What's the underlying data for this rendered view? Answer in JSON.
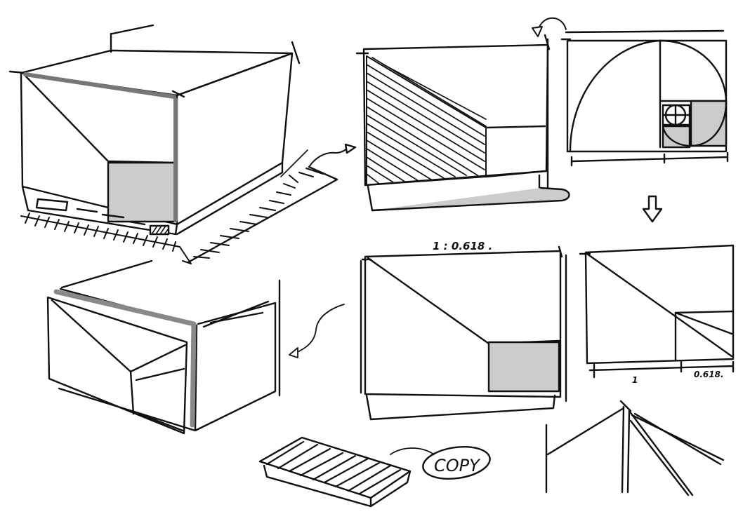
{
  "colors": {
    "ink": "#111111",
    "fill": "#cccccc",
    "paper": "#ffffff"
  },
  "annotations": {
    "ratio_label": "1 : 0.618 .",
    "golden_measure": "0.618.",
    "unit_mark": "1",
    "copy_stamp": "COPY"
  },
  "panels": [
    "box-perspective",
    "box-side-view",
    "golden-spiral",
    "panel-proportion",
    "diagonal-grid",
    "screen-perspective",
    "lid-detail",
    "corner-joint"
  ]
}
